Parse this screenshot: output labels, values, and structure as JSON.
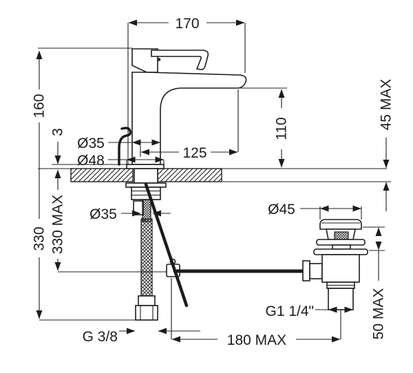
{
  "title": "Basin mixer faucet installation drawing",
  "dimensions": {
    "overall_width": "170",
    "height": "160",
    "base_plate_thickness": "3",
    "body_diameter": "Ø35",
    "base_diameter": "Ø48",
    "spout_reach": "125",
    "spout_height": "110",
    "deck_thickness_max": "45 MAX",
    "pop_up_rod_max": "330 MAX",
    "hose_length": "330",
    "shank_diameter": "Ø35",
    "waste_flange_diameter": "Ø45",
    "waste_thread": "G1 1/4\"",
    "basin_thickness_max": "50 MAX",
    "supply_thread": "G 3/8",
    "waste_offset_max": "180 MAX"
  },
  "colors": {
    "line": "#1c1c1c",
    "background": "#ffffff"
  }
}
